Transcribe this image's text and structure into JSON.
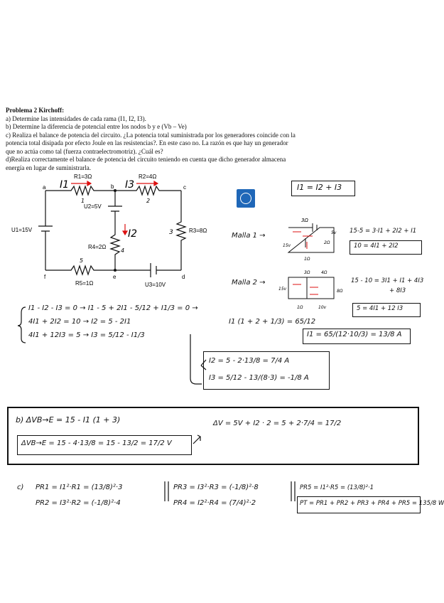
{
  "problem": {
    "title": "Problema 2 Kirchoff:",
    "lines": [
      "a) Determine las intensidades de cada rama (I1, I2, I3).",
      "b) Determine la diferencia de potencial entre los nodos b y e (Vb – Ve)",
      "c) Realiza el balance de potencia del circuito. ¿La potencia total suministrada por los generadores coincide con la",
      "potencia total disipada por efecto Joule en las resistencias?. En este caso no. La razón es que hay un generador",
      "que no actúa como tal (fuerza contraelectromotriz). ¿Cuál es?",
      "d)Realiza correctamente el balance de potencia del circuito teniendo en cuenta que dicho generador almacena",
      "energía en lugar de suministrarla."
    ]
  },
  "circuit": {
    "nodes": [
      "a",
      "b",
      "c",
      "f",
      "e",
      "d"
    ],
    "R1": "R1=3Ω",
    "R2": "R2=4Ω",
    "R3": "R3=8Ω",
    "R4": "R4=2Ω",
    "R5": "R5=1Ω",
    "U1": "U1=15V",
    "U2": "U2=5V",
    "U3": "U3=10V",
    "n1": "1",
    "n2": "2",
    "n3": "3",
    "n4": "4",
    "n5": "5",
    "I1": "I1",
    "I2": "I2",
    "I3": "I3"
  },
  "notes": {
    "node_eq": "I1 = I2 + I3",
    "malla1": "Malla 1 →",
    "malla1_eq": "15-5 = 3·I1 + 2I2 + I1",
    "malla1_box": "10 = 4I1 + 2I2",
    "malla2": "Malla 2 →",
    "malla2_eq1": "15 - 10 = 3I1 + I1 + 4I3",
    "malla2_eq2": "+ 8I3",
    "malla2_box": "5 = 4I1 + 12 I3",
    "sys1": "I1 - I2 - I3 = 0 → I1 - 5 + 2I1 - 5/12 + I1/3 = 0 →",
    "sys2": "4I1 + 2I2 = 10 → I2 = 5 - 2I1",
    "sys3": "4I1 + 12I3 = 5 → I3 = 5/12 - I1/3",
    "i1_eq": "I1 (1 + 2 + 1/3) = 65/12",
    "i1_box": "I1 = 65/(12·10/3) = 13/8 A",
    "i2_res": "I2 = 5 - 2·13/8 = 7/4 A",
    "i3_res": "I3 = 5/12 - 13/(8·3) = -1/8 A",
    "b_line": "b) ΔVB→E = 15 - I1 (1 + 3)",
    "b_box": "ΔVB→E = 15 - 4·13/8 = 15 - 13/2 = 17/2 V",
    "b_alt": "ΔV = 5V + I2 · 2 = 5 + 2·7/4 = 17/2",
    "c_label": "c)",
    "p_r1": "PR1 = I1²·R1 = (13/8)²·3",
    "p_r2": "PR2 = I3²·R2 = (-1/8)²·4",
    "p_r3": "PR3 = I3²·R3 = (-1/8)²·8",
    "p_r4": "PR4 = I2²·R4 = (7/4)²·2",
    "p_r5": "PR5 = I1²·R5 = (13/8)²·1",
    "p_total": "PT = PR1 + PR2 + PR3 + PR4 + PR5 = 135/8 W"
  }
}
